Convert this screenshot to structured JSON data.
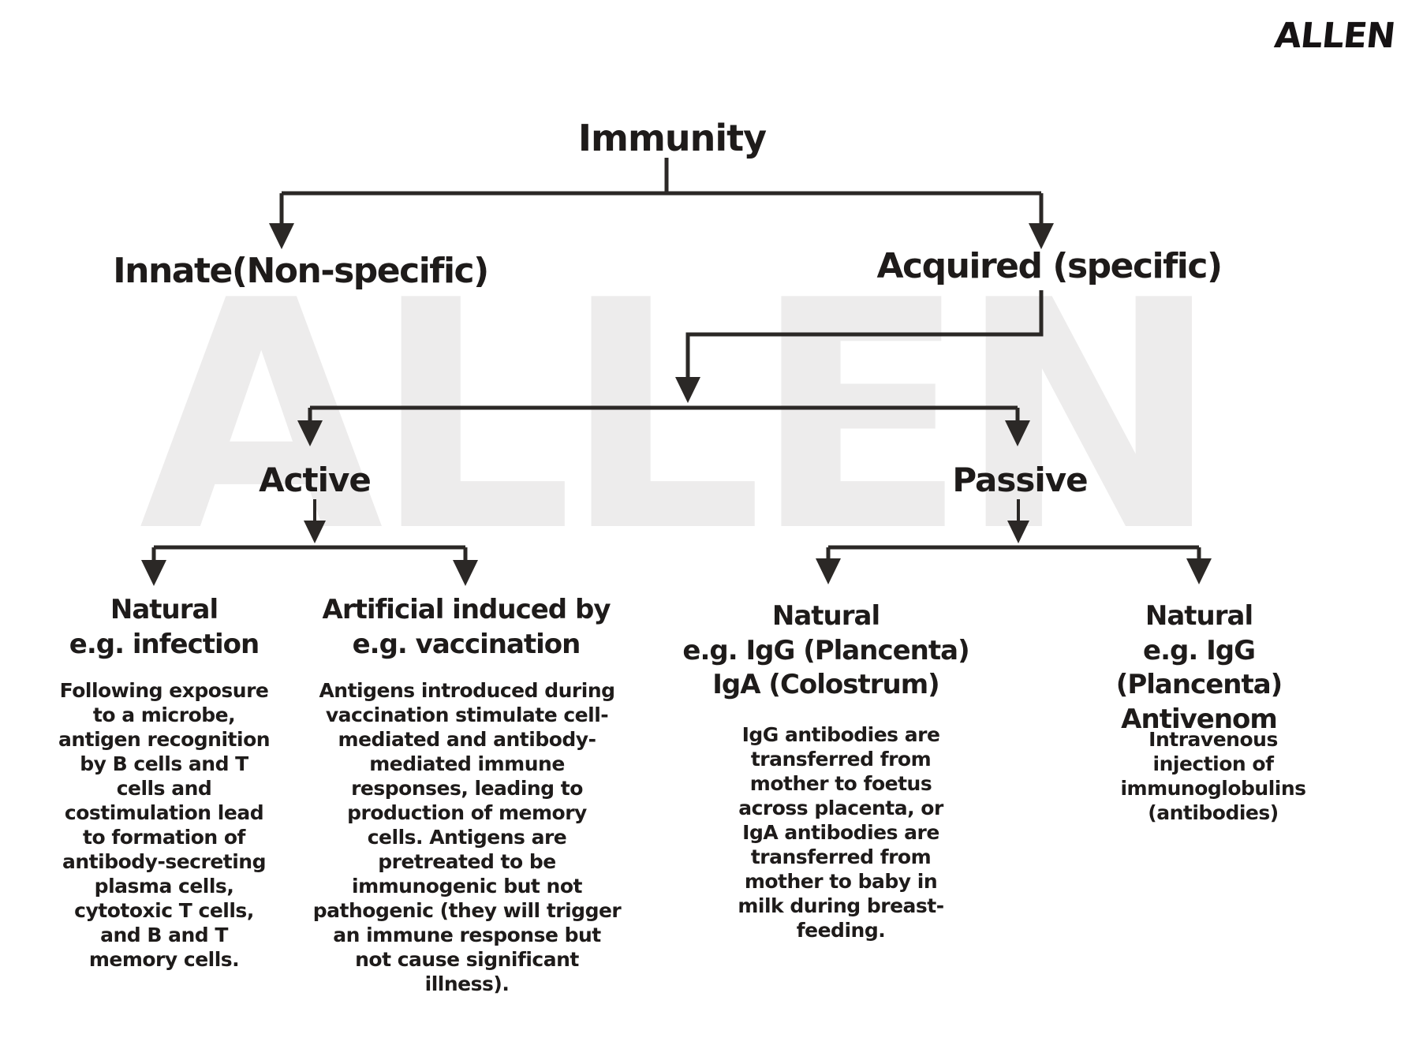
{
  "brand": {
    "logo_text": "ALLEN",
    "watermark_text": "ALLEN",
    "logo_color": "#161314",
    "watermark_color": "#edecec"
  },
  "colors": {
    "text": "#1e1b1a",
    "lines": "#2b2826",
    "background": "#ffffff"
  },
  "tree": {
    "root": {
      "label": "Immunity"
    },
    "level1": [
      {
        "label": "Innate(Non-specific)"
      },
      {
        "label": "Acquired (specific)"
      }
    ],
    "level2": [
      {
        "label": "Active"
      },
      {
        "label": "Passive"
      }
    ],
    "level3": [
      {
        "heading": "Natural\ne.g. infection",
        "description": "Following exposure\nto a microbe,\nantigen recognition\nby B cells and T\ncells and\ncostimulation lead\nto formation of\nantibody-secreting\nplasma cells,\ncytotoxic T cells,\nand B and T\nmemory cells."
      },
      {
        "heading": "Artificial induced by\ne.g. vaccination",
        "description": "Antigens introduced during\nvaccination stimulate cell-\nmediated and antibody-\nmediated immune\nresponses, leading to\nproduction of memory\ncells. Antigens are\npretreated to be\nimmunogenic but not\npathogenic (they will trigger\nan immune response but\nnot cause significant\nillness)."
      },
      {
        "heading": "Natural\ne.g. IgG (Plancenta)\nIgA (Colostrum)",
        "description": "IgG antibodies are\ntransferred from\nmother to foetus\nacross placenta, or\nIgA antibodies are\ntransferred from\nmother to baby in\nmilk during breast-\nfeeding."
      },
      {
        "heading": "Natural\ne.g. IgG (Plancenta)\nAntivenom",
        "description": "Intravenous injection of\nimmunoglobulins\n(antibodies)"
      }
    ]
  }
}
